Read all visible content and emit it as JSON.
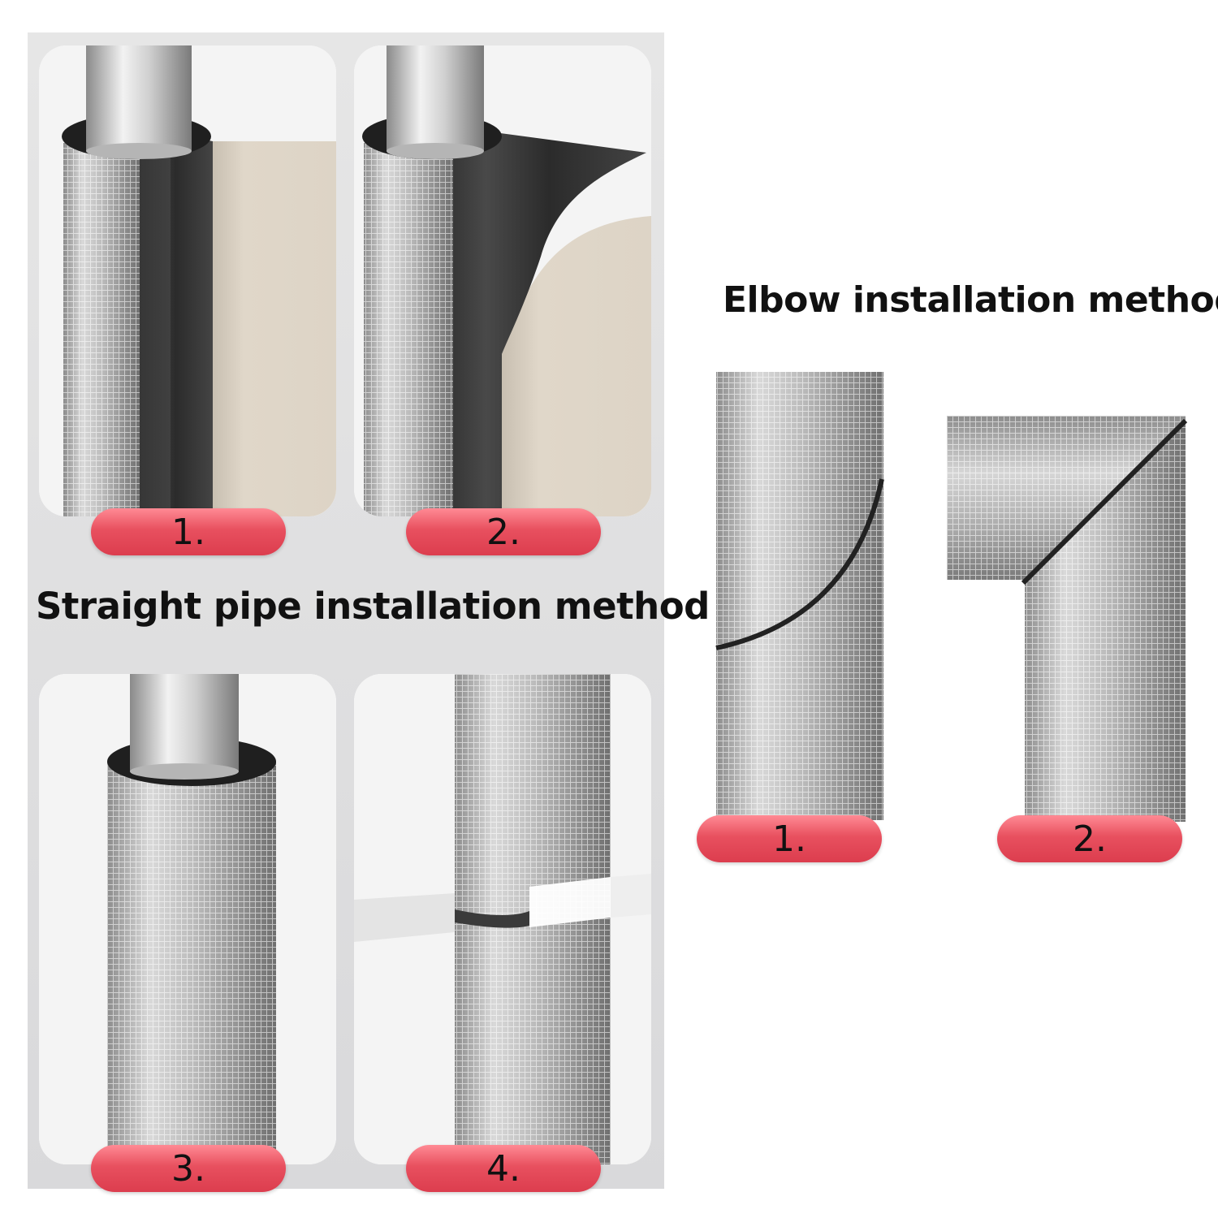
{
  "straight": {
    "title": "Straight pipe installation method",
    "steps": [
      {
        "label": "1."
      },
      {
        "label": "2."
      },
      {
        "label": "3."
      },
      {
        "label": "4."
      }
    ]
  },
  "elbow": {
    "title": "Elbow installation method",
    "steps": [
      {
        "label": "1."
      },
      {
        "label": "2."
      }
    ]
  },
  "colors": {
    "badge": "#e8505f",
    "panel": "#dedede",
    "backing_paper": "#ddd4c6",
    "foam_black": "#2a2a2a",
    "foil_silver": "#c9c9c9"
  }
}
